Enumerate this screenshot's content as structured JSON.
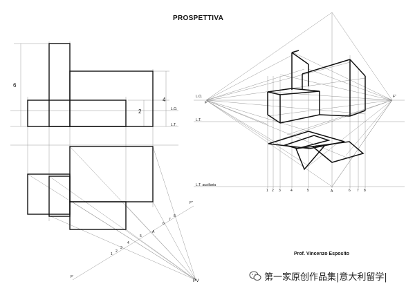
{
  "title": "PROSPETTIVA",
  "author": "Prof. Vincenzo Esposito",
  "watermark": "第一家原创作品集|意大利留学|",
  "watermark_icon": "wechat-icon",
  "elevation_labels": {
    "height_total": "6",
    "height_mid": "4",
    "height_low": "2",
    "horizon_line": "L.O.",
    "ground_line": "L.T."
  },
  "plan_labels": {
    "station_point": "PV",
    "vanish_left": "F'",
    "vanish_right": "F''",
    "ticks": [
      "1",
      "2",
      "3",
      "4",
      "5",
      "A",
      "6",
      "7",
      "8"
    ]
  },
  "perspective_labels": {
    "horizon_line": "L.O.",
    "ground_line": "L.T.",
    "aux_line": "L.T. ausiliaria",
    "vanish_left": "F'",
    "vanish_right": "F''",
    "ticks": [
      "1",
      "2",
      "3",
      "4",
      "5",
      "A",
      "6",
      "7",
      "8"
    ]
  },
  "colors": {
    "ink": "#111111",
    "construction": "#8a8a8a"
  }
}
